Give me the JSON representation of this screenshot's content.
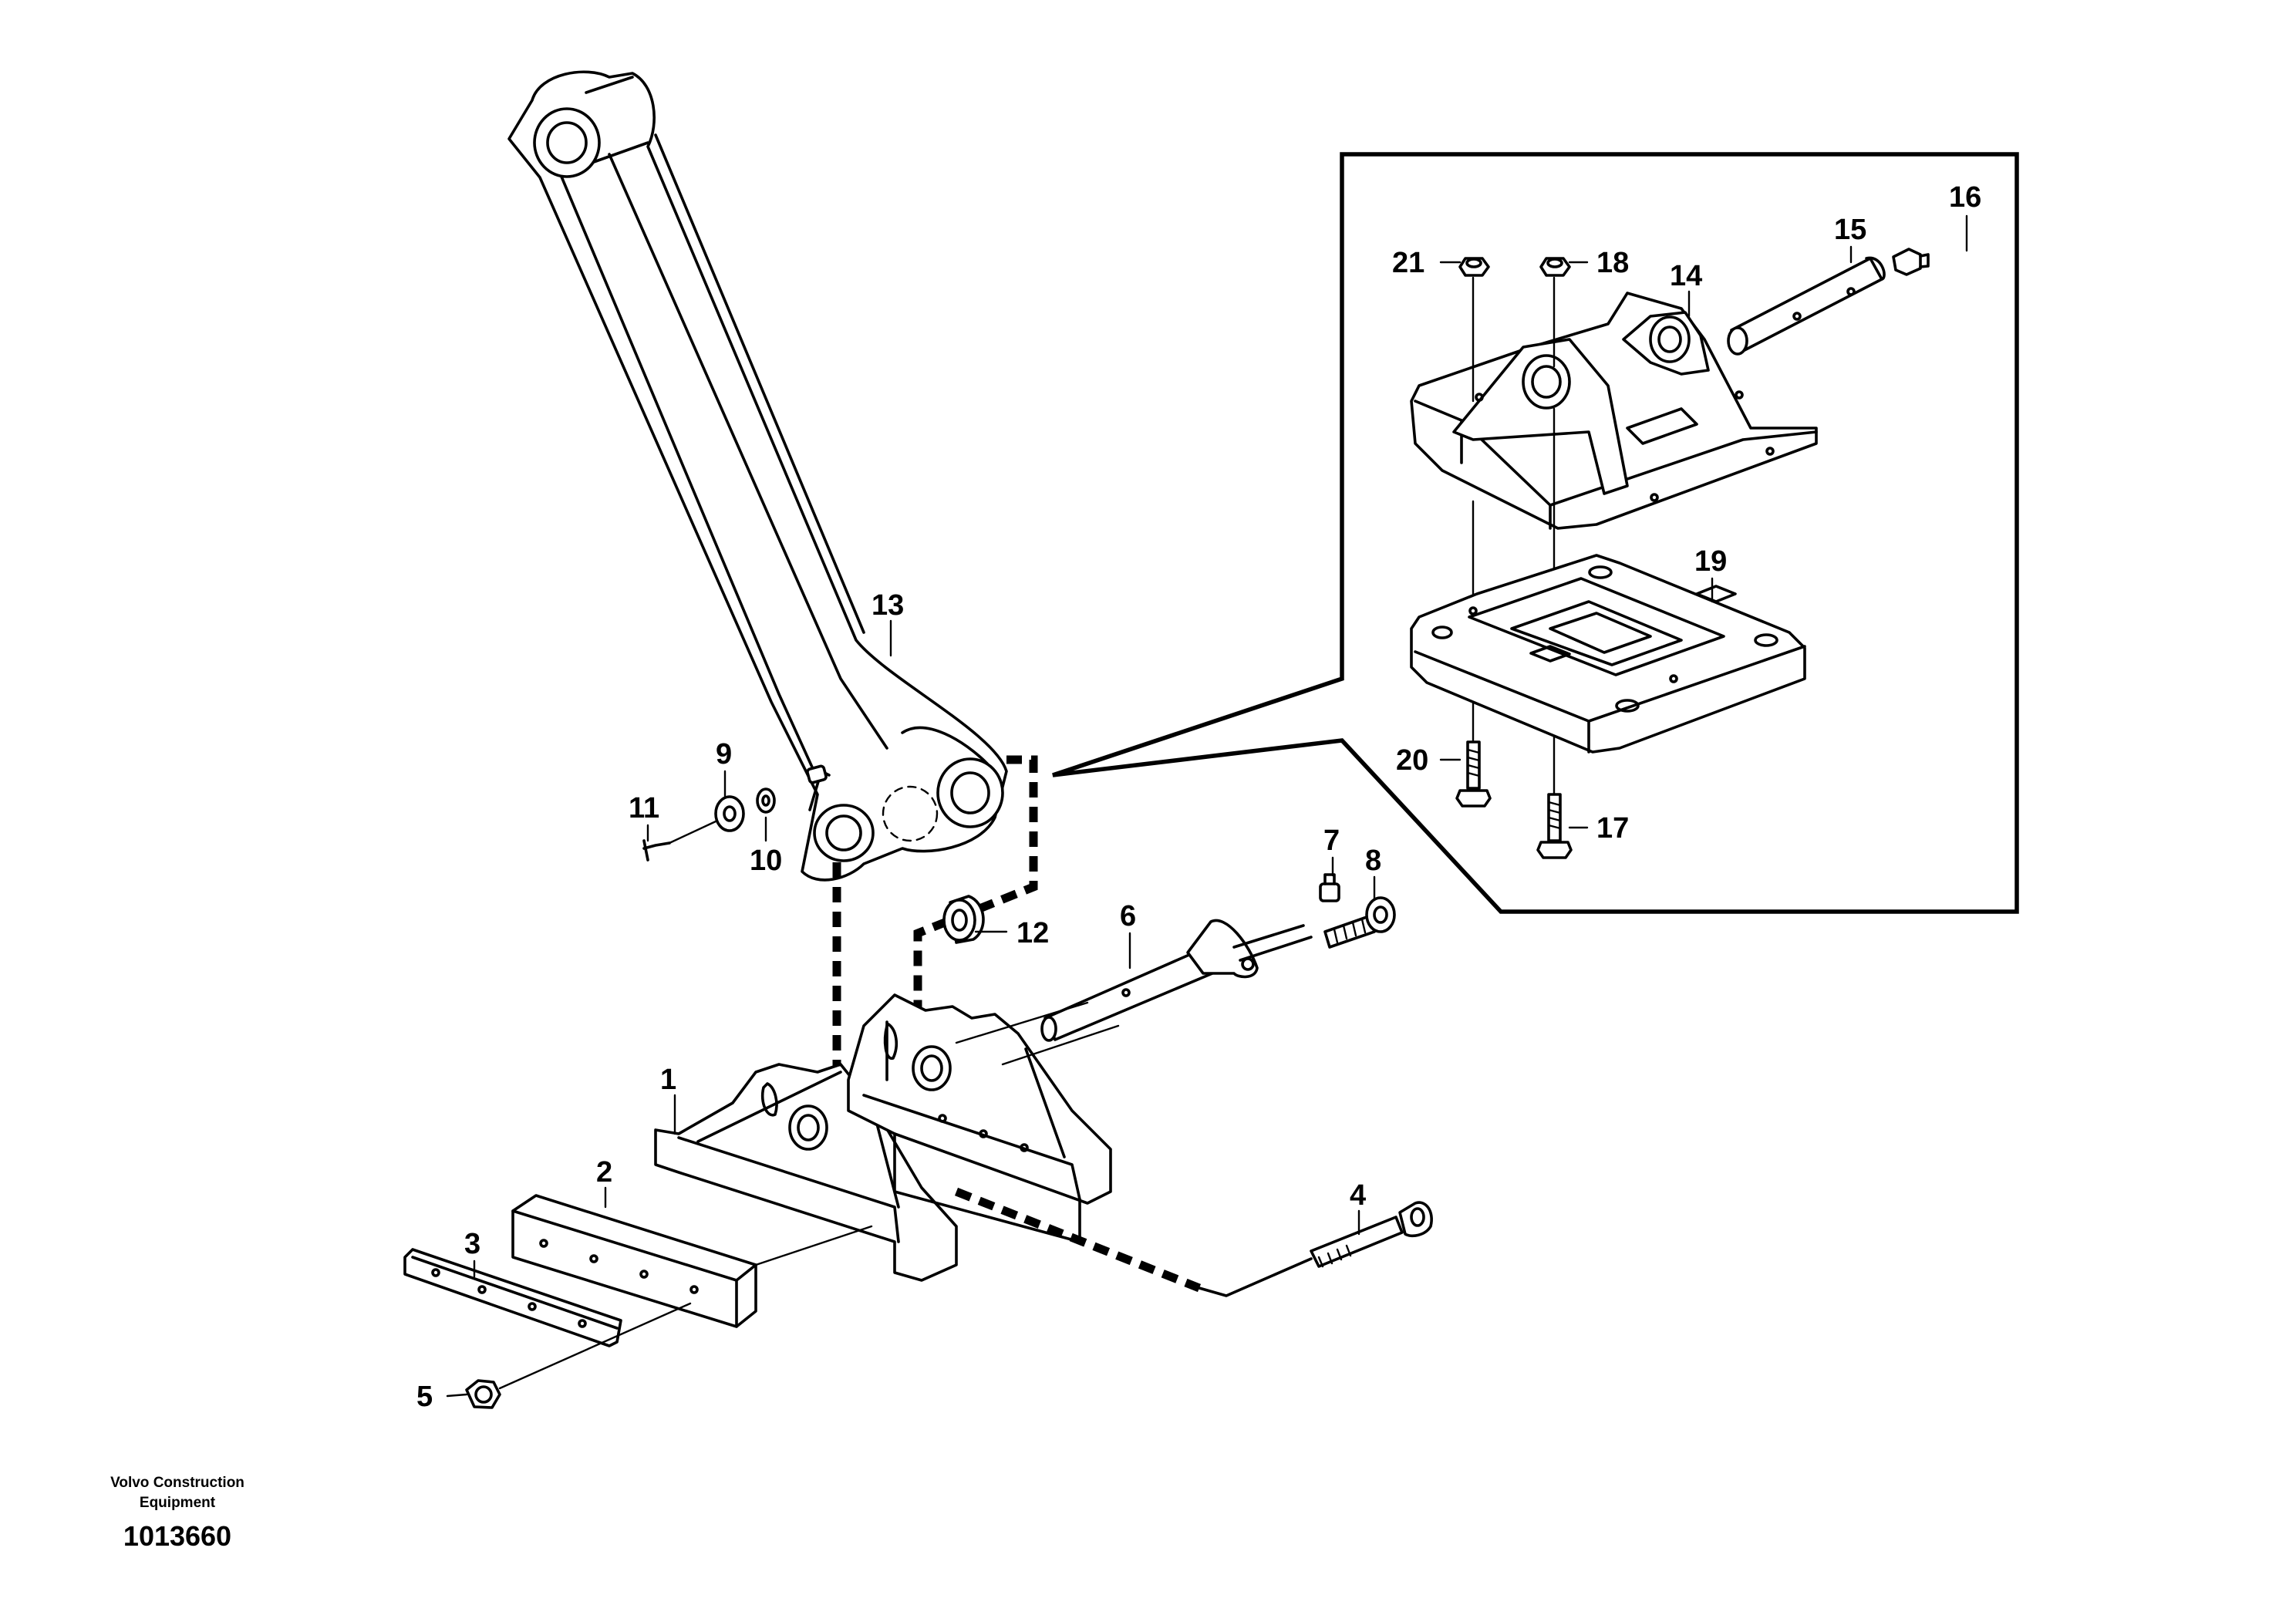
{
  "footer": {
    "company_line1": "Volvo Construction",
    "company_line2": "Equipment",
    "drawing_number": "1013660"
  },
  "callouts": {
    "c1": "1",
    "c2": "2",
    "c3": "3",
    "c4": "4",
    "c5": "5",
    "c6": "6",
    "c7": "7",
    "c8": "8",
    "c9": "9",
    "c10": "10",
    "c11": "11",
    "c12": "12",
    "c13": "13",
    "c14": "14",
    "c15": "15",
    "c16": "16",
    "c17": "17",
    "c18": "18",
    "c19": "19",
    "c20": "20",
    "c21": "21"
  }
}
